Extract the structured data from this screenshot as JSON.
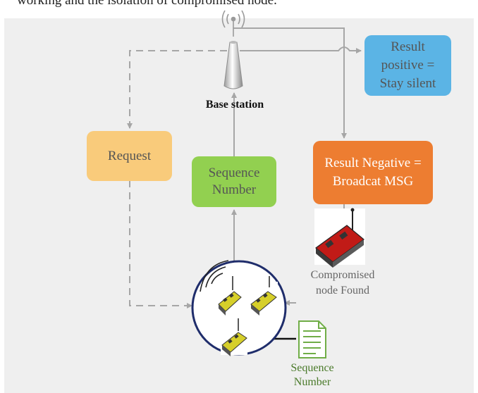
{
  "caption": "working and the isolation of compromised node.",
  "base_station": {
    "label": "Base station"
  },
  "boxes": {
    "request": "Request",
    "sequence_number": "Sequence Number",
    "result_negative": "Result Negative = Broadcat MSG",
    "result_positive": "Result positive = Stay silent"
  },
  "labels": {
    "compromised": "Compromised node Found",
    "document": "Sequence Number"
  },
  "colors": {
    "request": "#f9cb7b",
    "sequence_number": "#92d050",
    "result_negative": "#ed7d31",
    "result_positive": "#5bb4e5",
    "arrow": "#a6a6a6",
    "network_circle": "#1f2d6b",
    "document": "#70ad47"
  },
  "icons": [
    "antenna-icon",
    "tower-icon",
    "sensor-node-icon",
    "document-icon"
  ]
}
